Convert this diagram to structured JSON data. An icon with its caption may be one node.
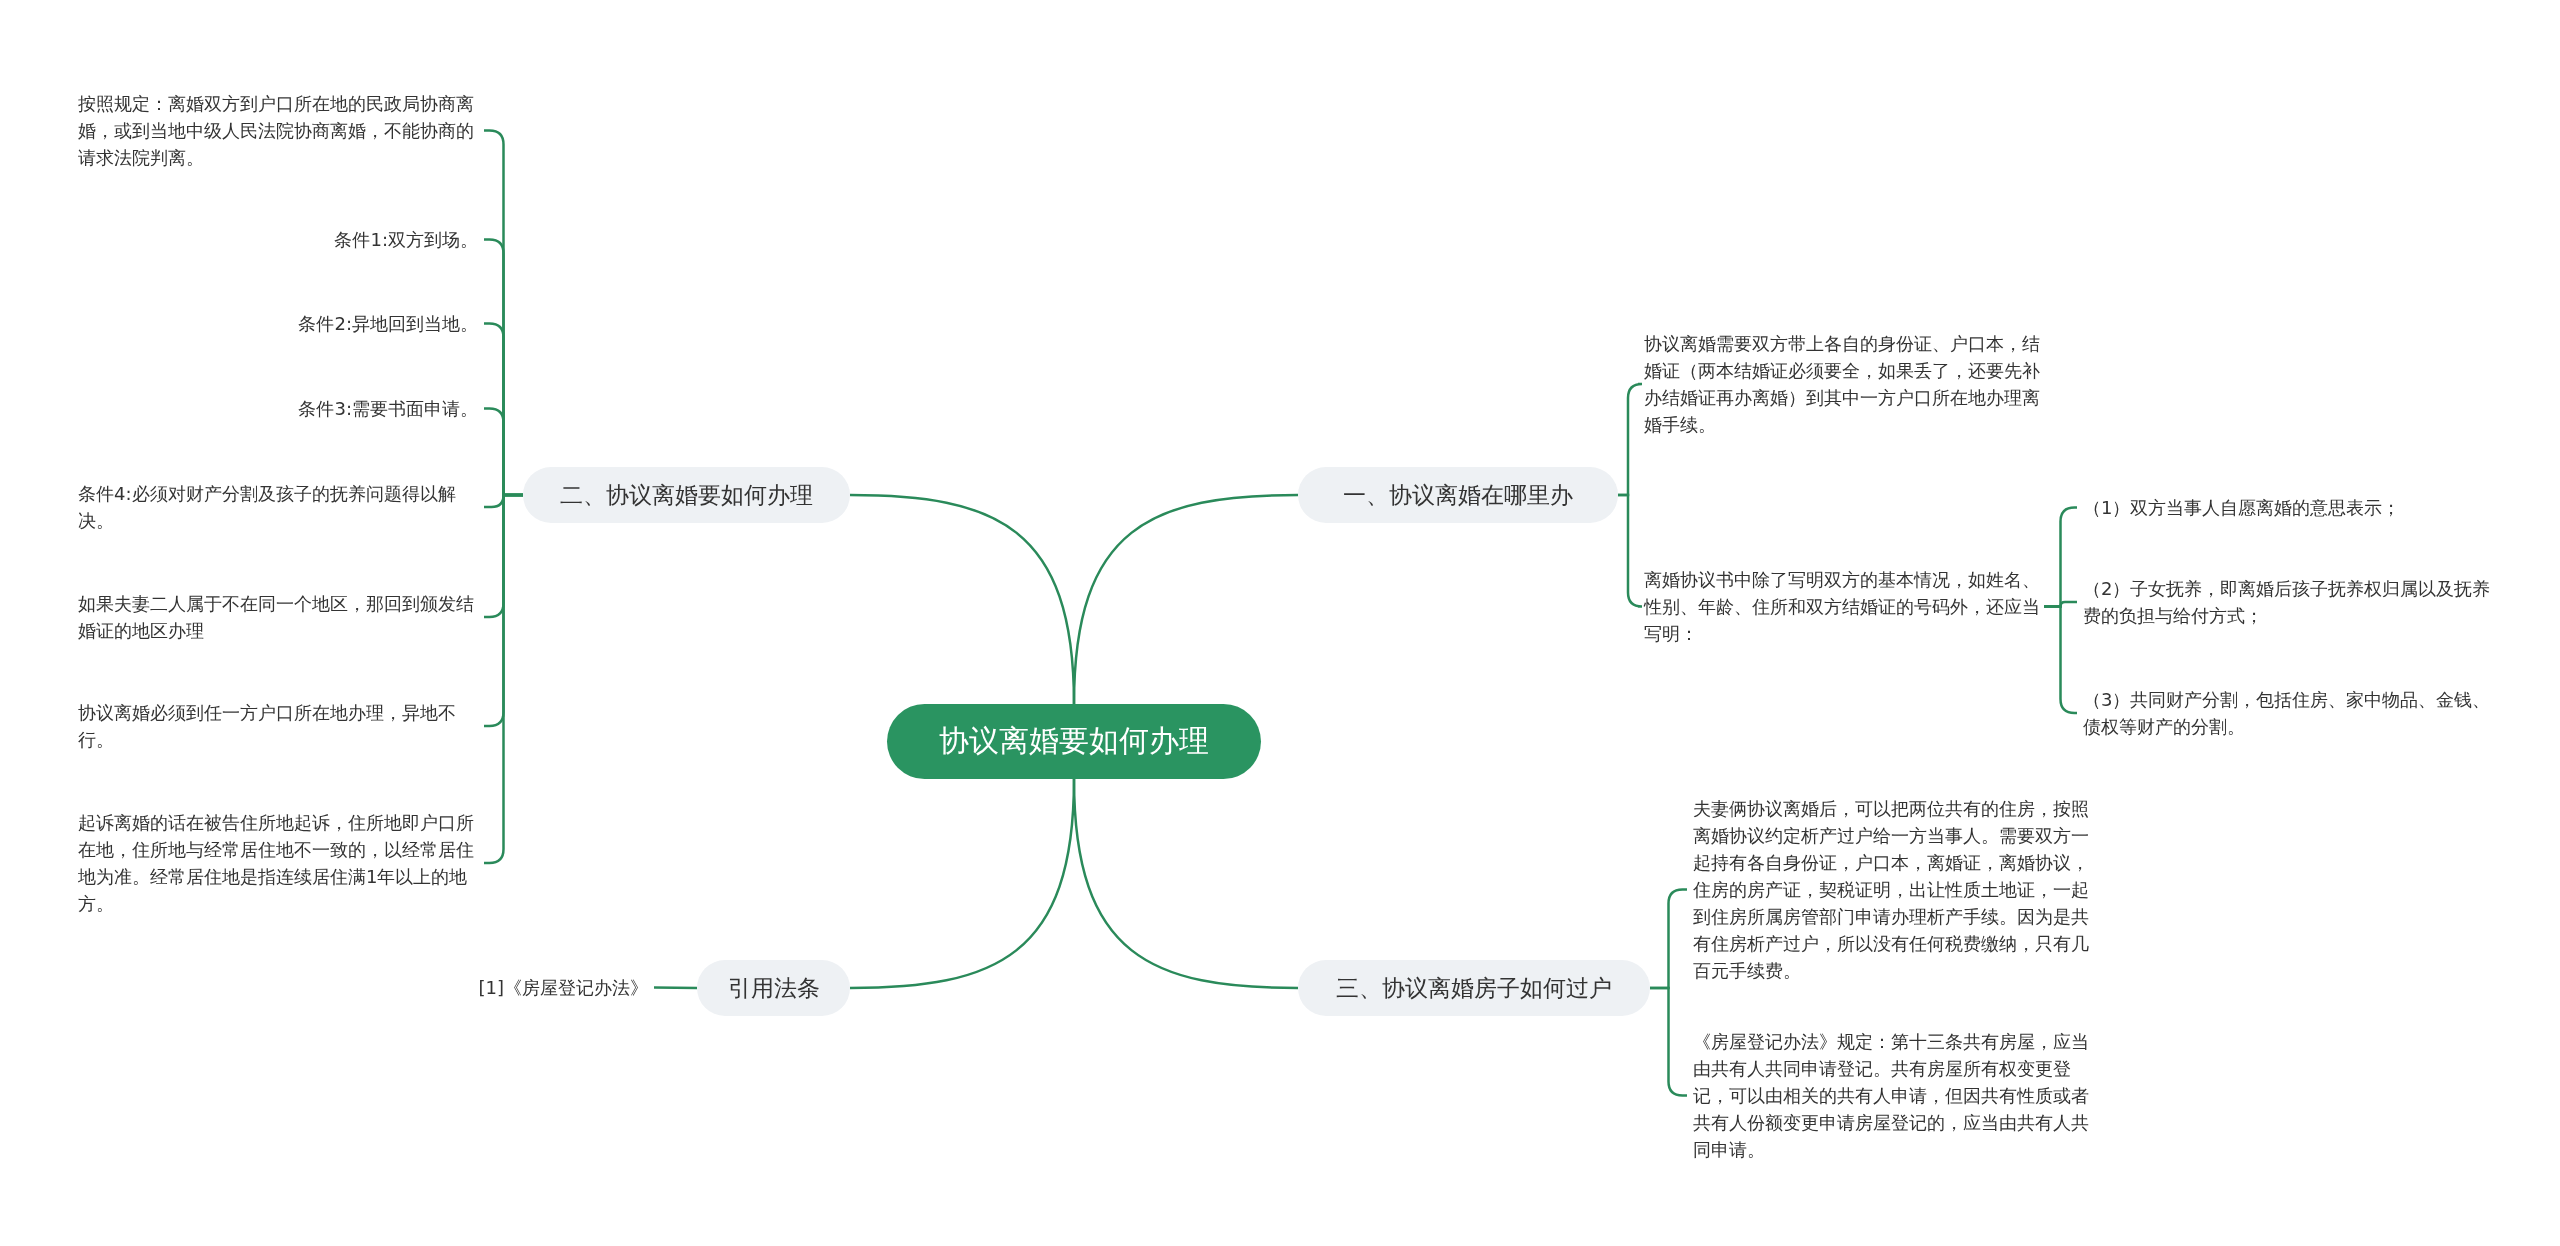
{
  "diagram": {
    "nodes": [
      {
        "text": [
          "协议离婚要如何办理"
        ]
      },
      {
        "text": [
          "一、协议离婚在哪里办"
        ]
      },
      {
        "text": [
          "协议离婚需要双方带上各自的身份证、户口本，结婚证（两本结婚证必须要全，如果丢了，还要先补办结婚证再办离婚）到其中一方户口所在地办理离婚手续。"
        ]
      },
      {
        "text": [
          "离婚协议书中除了写明双方的基本情况，如姓名、性别、年龄、住所和双方结婚证的号码外，还应当写明："
        ]
      },
      {
        "text": [
          "（1）双方当事人自愿离婚的意思表示；"
        ]
      },
      {
        "text": [
          "（2）子女抚养，即离婚后孩子抚养权归属以及抚养费的负担与给付方式；"
        ]
      },
      {
        "text": [
          "（3）共同财产分割，包括住房、家中物品、金钱、债权等财产的分割。"
        ]
      },
      {
        "text": [
          "三、协议离婚房子如何过户"
        ]
      },
      {
        "text": [
          "夫妻俩协议离婚后，可以把两位共有的住房，按照离婚协议约定析产过户给一方当事人。需要双方一起持有各自身份证，户口本，离婚证，离婚协议，住房的房产证，契税证明，出让性质土地证，一起到住房所属房管部门申请办理析产手续。因为是共有住房析产过户，所以没有任何税费缴纳，只有几百元手续费。"
        ]
      },
      {
        "text": [
          "《房屋登记办法》规定：第十三条共有房屋，应当由共有人共同申请登记。共有房屋所有权变更登记，可以由相关的共有人申请，但因共有性质或者共有人份额变更申请房屋登记的，应当由共有人共同申请。"
        ]
      },
      {
        "text": [
          "二、协议离婚要如何办理"
        ]
      },
      {
        "text": [
          "按照规定：离婚双方到户口所在地的民政局协商离婚，或到当地中级人民法院协商离婚，不能协商的请求法院判离。"
        ]
      },
      {
        "text": [
          "条件1:双方到场。"
        ]
      },
      {
        "text": [
          "条件2:异地回到当地。"
        ]
      },
      {
        "text": [
          "条件3:需要书面申请。"
        ]
      },
      {
        "text": [
          "条件4:必须对财产分割及孩子的抚养问题得以解决。"
        ]
      },
      {
        "text": [
          "如果夫妻二人属于不在同一个地区，那回到颁发结婚证的地区办理"
        ]
      },
      {
        "text": [
          "协议离婚必须到任一方户口所在地办理，异地不行。"
        ]
      },
      {
        "text": [
          "起诉离婚的话在被告住所地起诉，住所地即户口所在地，住所地与经常居住地不一致的，以经常居住地为准。经常居住地是指连续居住满1年以上的地方。"
        ]
      },
      {
        "text": [
          "引用法条"
        ]
      },
      {
        "text": [
          "[1]《房屋登记办法》"
        ]
      }
    ],
    "edges": [
      {
        "from": 0,
        "to": 1,
        "arrow": "none"
      },
      {
        "from": 0,
        "to": 7,
        "arrow": "none"
      },
      {
        "from": 0,
        "to": 10,
        "arrow": "none"
      },
      {
        "from": 0,
        "to": 19,
        "arrow": "none"
      },
      {
        "from": 1,
        "to": 2,
        "arrow": "none"
      },
      {
        "from": 1,
        "to": 3,
        "arrow": "none"
      },
      {
        "from": 3,
        "to": 4,
        "arrow": "none"
      },
      {
        "from": 3,
        "to": 5,
        "arrow": "none"
      },
      {
        "from": 3,
        "to": 6,
        "arrow": "none"
      },
      {
        "from": 7,
        "to": 8,
        "arrow": "none"
      },
      {
        "from": 7,
        "to": 9,
        "arrow": "none"
      },
      {
        "from": 10,
        "to": 11,
        "arrow": "none"
      },
      {
        "from": 10,
        "to": 12,
        "arrow": "none"
      },
      {
        "from": 10,
        "to": 13,
        "arrow": "none"
      },
      {
        "from": 10,
        "to": 14,
        "arrow": "none"
      },
      {
        "from": 10,
        "to": 15,
        "arrow": "none"
      },
      {
        "from": 10,
        "to": 16,
        "arrow": "none"
      },
      {
        "from": 10,
        "to": 17,
        "arrow": "none"
      },
      {
        "from": 10,
        "to": 18,
        "arrow": "none"
      },
      {
        "from": 19,
        "to": 20,
        "arrow": "none"
      }
    ]
  }
}
